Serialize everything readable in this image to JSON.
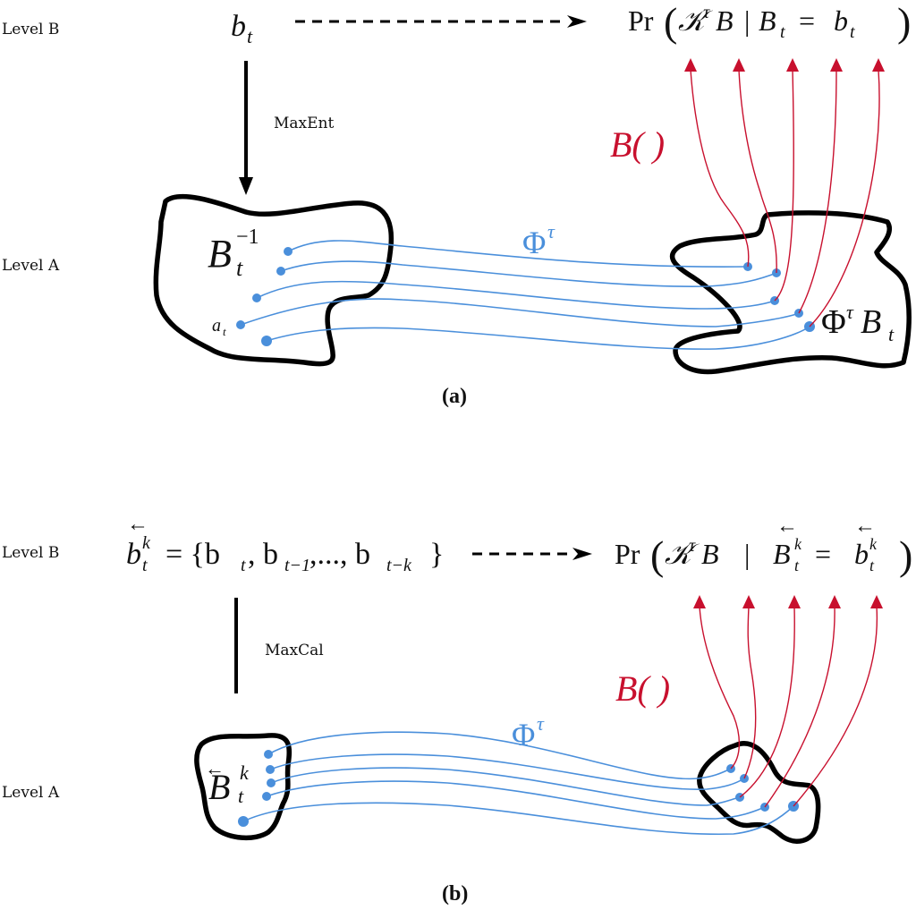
{
  "panel_a": {
    "level_b_label": "Level B",
    "level_a_label": "Level A",
    "b_state": {
      "base": "b",
      "sub": "t"
    },
    "method_label": "MaxEnt",
    "prob": {
      "pr": "Pr",
      "open": "(",
      "K": "𝒦",
      "tau": "τ",
      "B": "B",
      "bar": "|",
      "Bt": "B",
      "t": "t",
      "eq": "=",
      "bt": "b",
      "close": ")"
    },
    "preimage": {
      "base": "B",
      "sup": "−1",
      "sub": "t"
    },
    "micro_state": {
      "base": "a",
      "sub": "t"
    },
    "flow": {
      "base": "Φ",
      "sup": "τ"
    },
    "image": {
      "phi": "Φ",
      "sup": "τ",
      "base": "B",
      "sub": "t"
    },
    "coarse_map": "B( )",
    "caption": "(a)"
  },
  "panel_b": {
    "level_b_label": "Level B",
    "level_a_label": "Level A",
    "history": {
      "arrow": "←",
      "base": "b",
      "sup": "k",
      "sub": "t",
      "rhs": "= {b",
      "s1": "t",
      "c1": ", b",
      "s2": "t−1",
      "c2": ",..., b",
      "s3": "t−k",
      "end": "}"
    },
    "method_label": "MaxCal",
    "prob": {
      "pr": "Pr",
      "open": "(",
      "K": "𝒦",
      "tau": "τ",
      "B": "B",
      "bar": "|",
      "arrow": "←",
      "Bt": "B",
      "k": "k",
      "t": "t",
      "eq": "=",
      "bt": "b",
      "close": ")"
    },
    "preimage": {
      "arrow": "←",
      "base": "B",
      "sup": "k",
      "sub": "t"
    },
    "flow": {
      "base": "Φ",
      "sup": "τ"
    },
    "coarse_map": "B( )",
    "caption": "(b)"
  },
  "colors": {
    "trajectory": "#4a8fdb",
    "coarse_map": "#c8102e",
    "outline": "#000000"
  }
}
